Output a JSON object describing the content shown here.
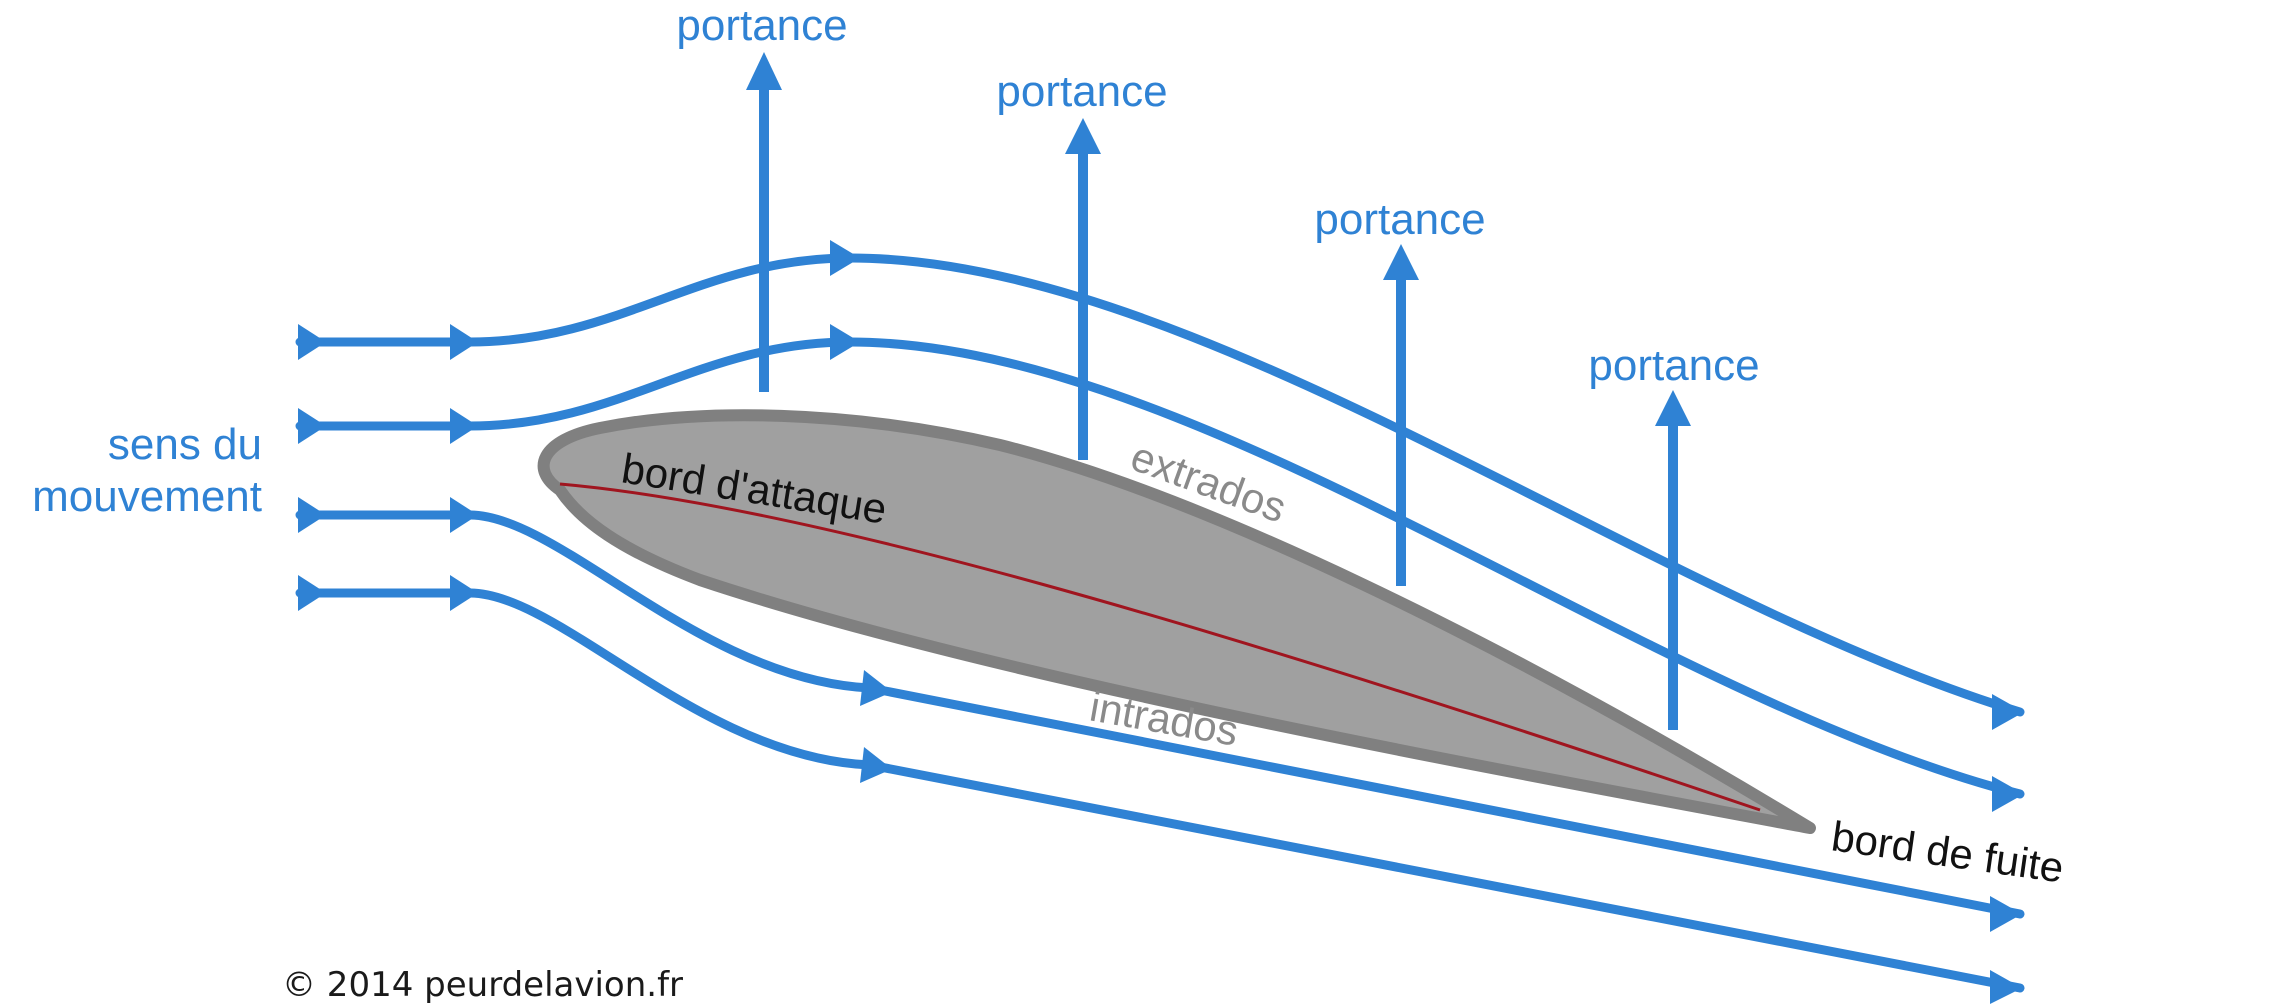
{
  "labels": {
    "lift": "portance",
    "motion_line1": "sens du",
    "motion_line2": "mouvement",
    "upper_surface": "extrados",
    "lower_surface": "intrados",
    "leading_edge": "bord d'attaque",
    "trailing_edge": "bord de fuite",
    "copyright": "© 2014 peurdelavion.fr"
  },
  "colors": {
    "flow": "#2f82d4",
    "airfoil_fill": "#a0a0a0",
    "airfoil_outline": "#808080",
    "camber_line": "#a0151f",
    "surface_labels": "#8a8a8a",
    "edge_labels": "#111111"
  }
}
